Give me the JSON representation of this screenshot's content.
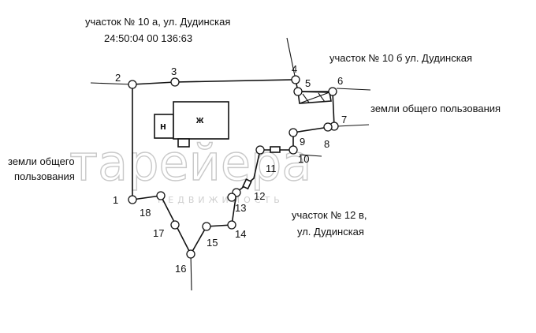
{
  "labels": {
    "plot_10a_line1": "участок № 10 а, ул. Дудинская",
    "plot_10a_line2": "24:50:04 00 136:63",
    "plot_10b": "участок № 10 б ул. Дудинская",
    "common_land_right": "земли общего пользования",
    "common_land_left_line1": "земли общего",
    "common_land_left_line2": "пользования",
    "plot_12v_line1": "участок № 12 в,",
    "plot_12v_line2": "ул. Дудинская"
  },
  "buildings": {
    "house_small_label": "н",
    "house_main_label": "ж"
  },
  "points": [
    "1",
    "2",
    "3",
    "4",
    "5",
    "6",
    "7",
    "8",
    "9",
    "10",
    "11",
    "12",
    "13",
    "14",
    "15",
    "16",
    "17",
    "18"
  ],
  "watermark": {
    "main": "тарейера",
    "sub": "НЕДВИЖИМОСТЬ"
  }
}
